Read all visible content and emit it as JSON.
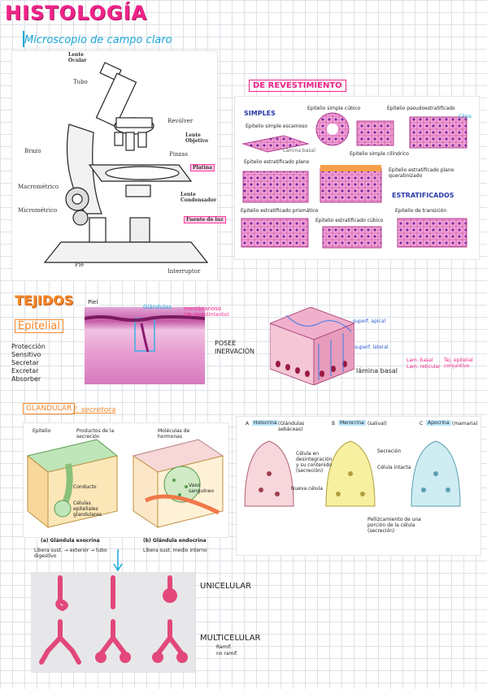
{
  "title": "HISTOLOGÍA",
  "microscope": {
    "heading": "Microscopio de campo claro",
    "labels": {
      "lente_ocular": "Lente\nOcular",
      "tubo": "Tubo",
      "revolver": "Revólver",
      "lente_objetivo": "Lente\nObjetivo",
      "brazo": "Brazo",
      "pinzas": "Pinzas",
      "platina": "Platina",
      "macrometrico": "Macrométrico",
      "lente_condensador": "Lente\nCondensador",
      "micrometrico": "Micrométrico",
      "fuente_luz": "Fuente de luz",
      "pie": "Pie",
      "interruptor": "Interruptor"
    }
  },
  "revestimiento": {
    "heading": "De revestimiento",
    "simples": "SIMPLES",
    "estratificados": "ESTRATIFICADOS",
    "simple_cubico": "Epitelio simple cúbico",
    "pseudo": "Epitelio pseudoestratificado",
    "cilios": "Cilios",
    "simple_escamoso": "Epitelio simple escamoso",
    "simple_cilindrico": "Epitelio simple cilíndrico",
    "lamina_basal": "Lámina basal",
    "estr_plano": "Epitelio estratificado plano",
    "estr_plano_quer": "Epitelio estratificado plano queratinizado",
    "estr_prismatico": "Epitelio estratificado prismático",
    "estr_cubico": "Epitelio estratificado cúbico",
    "transicion": "Epitelio de transición"
  },
  "tejidos": {
    "heading": "Tejidos",
    "epitelial": "Epitelial",
    "piel": "Piel",
    "glandulas": "Glándulas",
    "membranoso": "membranoso",
    "membranoso_sub": "(de revestimiento)",
    "funciones": [
      "Protección",
      "Sensitivo",
      "Secretar",
      "Excretar",
      "Absorber"
    ],
    "inervacion": "Posee\ninervación",
    "superf_apical": "superf. apical",
    "superf_lateral": "superf. lateral",
    "lamina_basal": "lámina basal",
    "lam_basal": "Lam. basal",
    "lam_reticular": "Lam. reticular",
    "tej_conectivo": "Tej. epitelial conjuntivo"
  },
  "glandular": {
    "heading": "Glandular",
    "funcion": "F. secretora",
    "epitelio": "Epitelio",
    "productos": "Productos de la secreción",
    "moleculas": "Moléculas de hormonas",
    "conducto": "Conducto",
    "celulas_epiteliales": "Células epiteliales glandulares",
    "vaso": "Vaso sanguíneo",
    "exocrina": "(a) Glándula exocrina",
    "endocrina": "(b) Glándula endocrina",
    "libera_ext": "Libera sust. → exterior → tubo digestivo",
    "libera_int": "Libera sust. medio interno",
    "holocrina": "Holocrina",
    "holocrina_note": "(Glándulas sebáceas)",
    "merocrina": "Merocrina",
    "merocrina_note": "(salival)",
    "apocrina": "Apocrina",
    "apocrina_note": "(mamaria)",
    "celula_desint": "Célula en desintegración y su contenido (secreción)",
    "nueva_celula": "Nueva célula",
    "secrecion": "Secreción",
    "celula_intacta": "Célula intacta",
    "pellizcamiento": "Pellizcamiento de una porción de la célula (secreción)",
    "unicelular": "Unicelular",
    "multicelular": "Multicelular",
    "ramif": "Ramif.",
    "no_ramif": "no ramif."
  }
}
